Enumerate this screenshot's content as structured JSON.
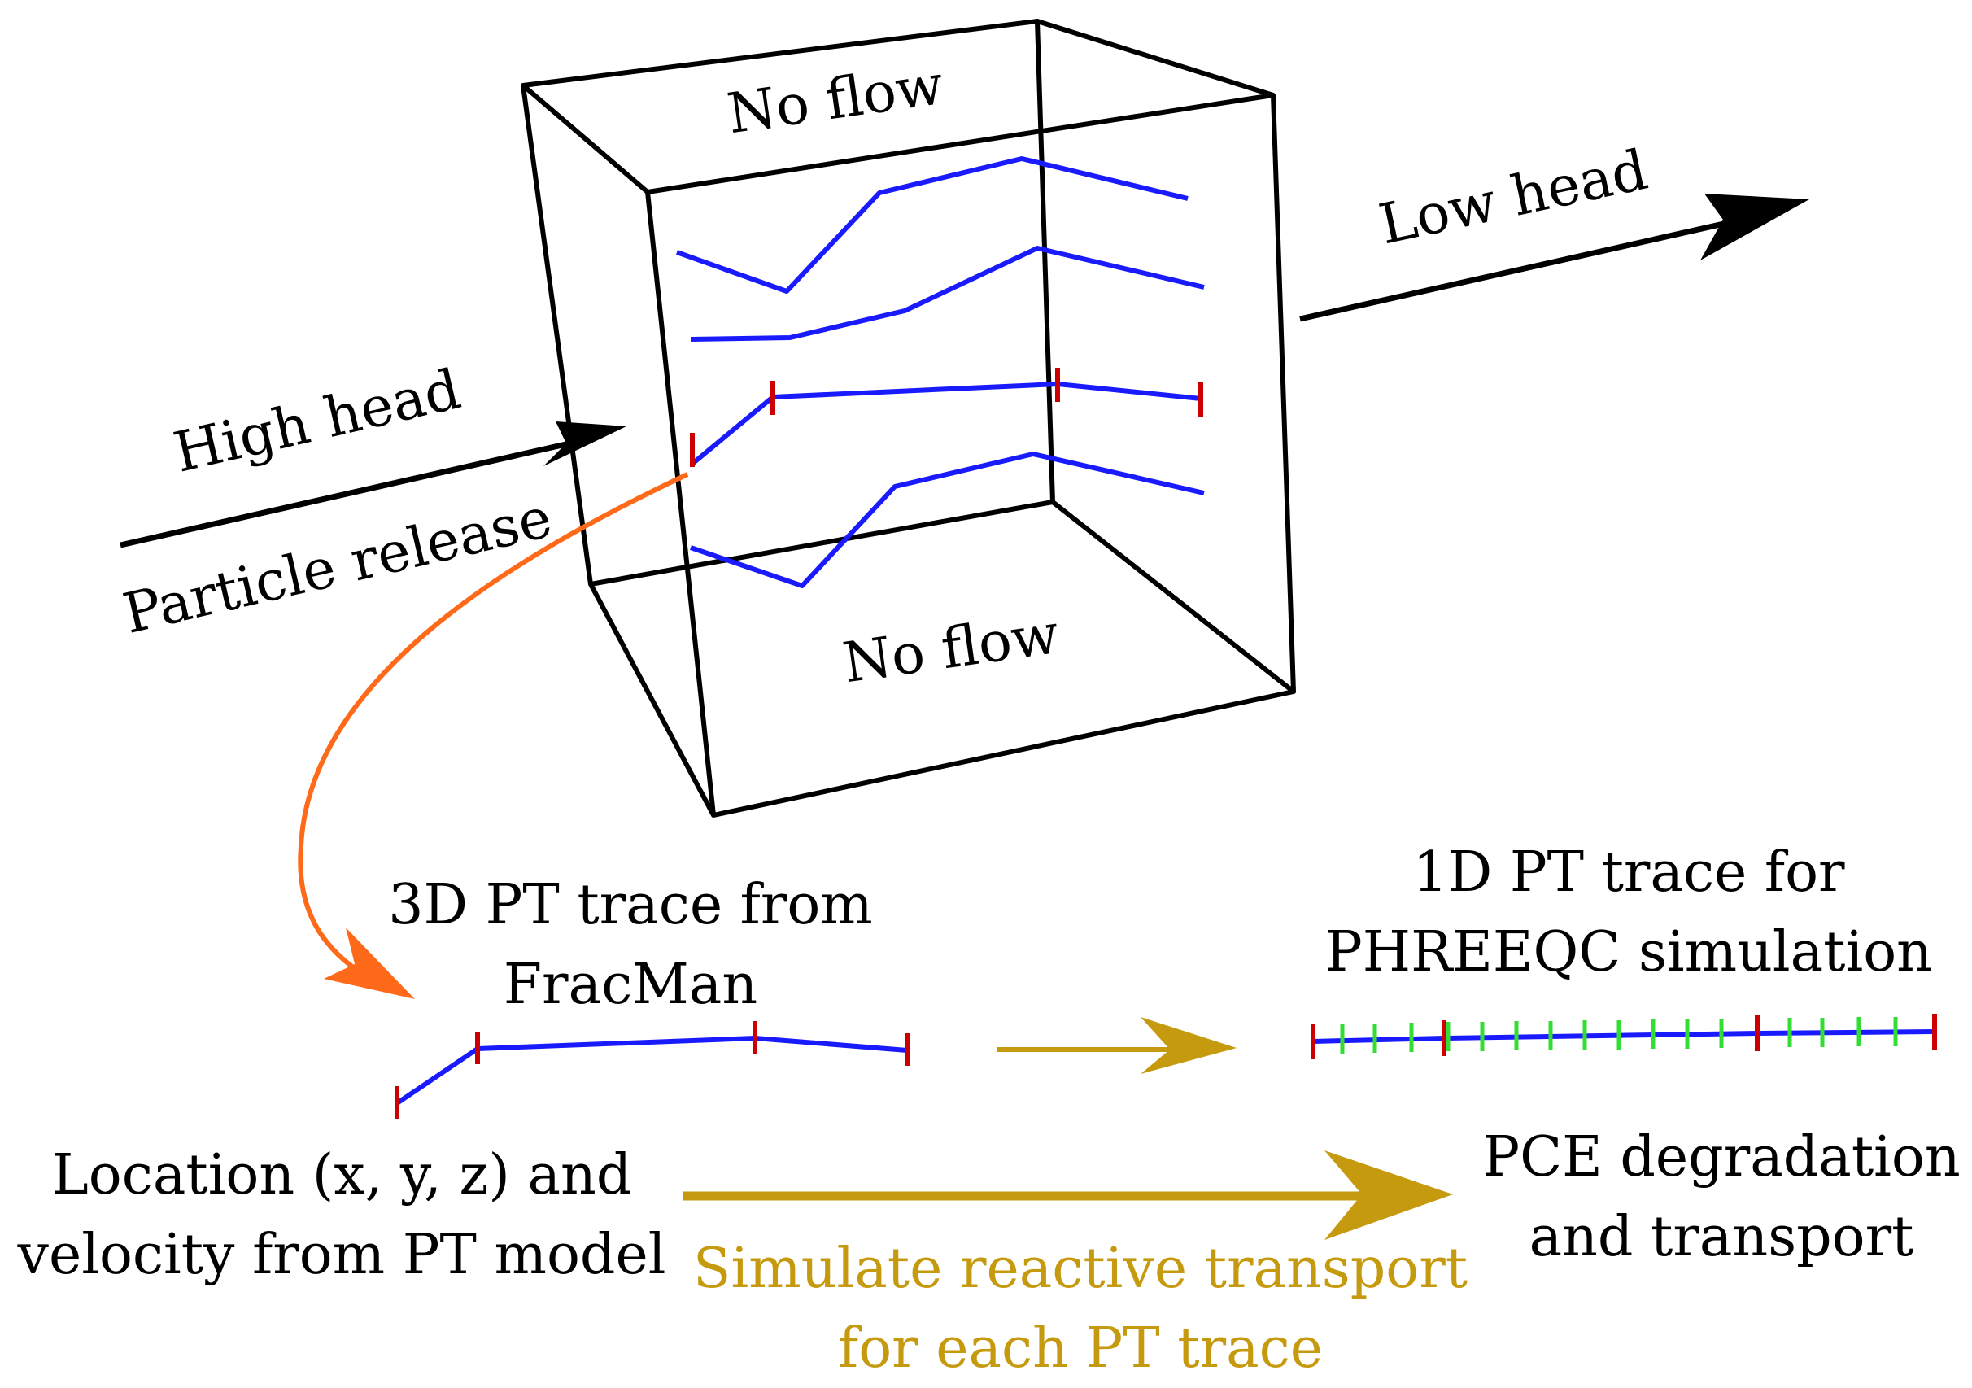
{
  "labels": {
    "no_flow_top": "No flow",
    "no_flow_bottom": "No flow",
    "low_head": "Low head",
    "high_head": "High head",
    "particle_release": "Particle release",
    "trace_3d_line1": "3D PT trace from",
    "trace_3d_line2": "FracMan",
    "trace_1d_line1": "1D PT trace for",
    "trace_1d_line2": "PHREEQC simulation",
    "location_line1": "Location (x, y, z) and",
    "location_line2": "velocity from PT model",
    "pce_line1": "PCE degradation",
    "pce_line2": "and transport",
    "simulate_line1": "Simulate reactive transport",
    "simulate_line2": "for each PT trace"
  },
  "colors": {
    "box_edge": "#000000",
    "trace": "#1a1aff",
    "node_tick": "#cc0000",
    "segment_tick": "#33dd33",
    "orange_curve": "#ff6a1a",
    "gold": "#c69a0e",
    "gold_text": "#c69a0e",
    "arrow_black": "#000000"
  }
}
